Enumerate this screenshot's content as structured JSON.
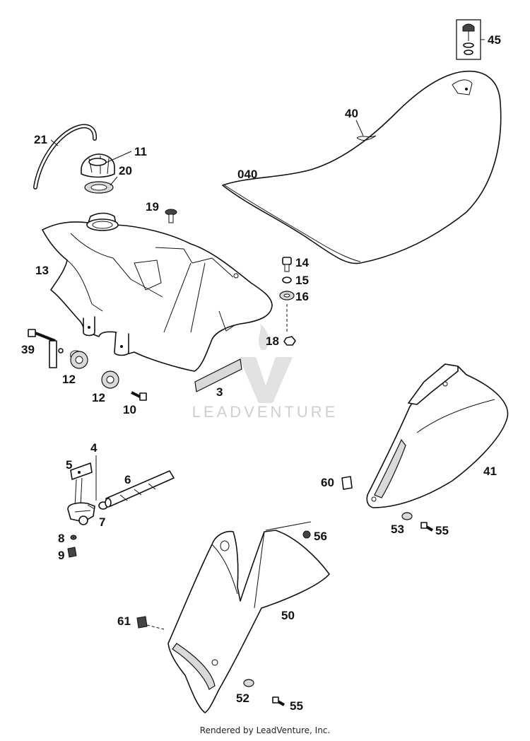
{
  "labels": {
    "l45": "45",
    "l40": "40",
    "l040": "040",
    "l21": "21",
    "l11": "11",
    "l20": "20",
    "l19": "19",
    "l13": "13",
    "l14": "14",
    "l15": "15",
    "l16": "16",
    "l18": "18",
    "l39": "39",
    "l12a": "12",
    "l12b": "12",
    "l10": "10",
    "l3": "3",
    "l4": "4",
    "l5": "5",
    "l6": "6",
    "l7": "7",
    "l8": "8",
    "l9": "9",
    "l41": "41",
    "l60": "60",
    "l53": "53",
    "l55a": "55",
    "l56": "56",
    "l50": "50",
    "l61": "61",
    "l52": "52",
    "l55b": "55"
  },
  "watermark": {
    "text": "LEADVENTURE"
  },
  "footer": {
    "text": "Rendered by LeadVenture, Inc."
  }
}
